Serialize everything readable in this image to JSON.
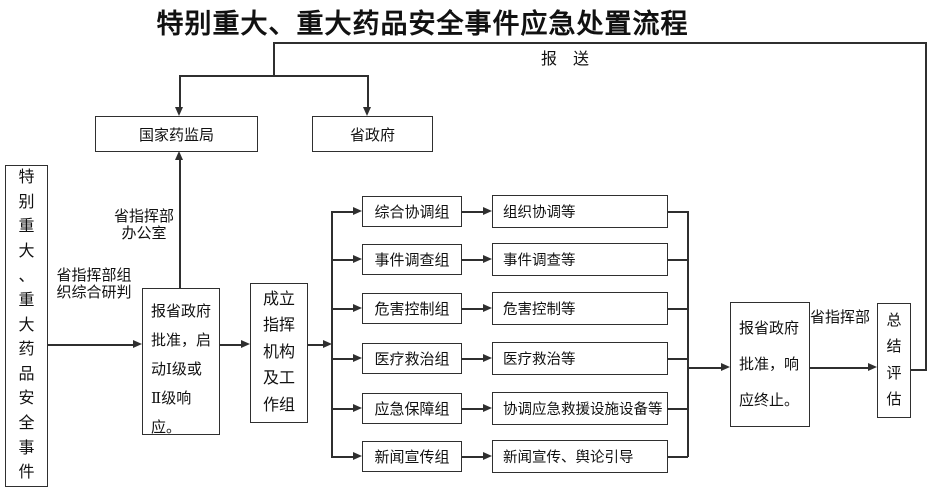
{
  "title": "特别重大、重大药品安全事件应急处置流程",
  "colors": {
    "line": "#2f2f2f",
    "text": "#111111",
    "background": "#ffffff"
  },
  "flow": {
    "report_label": "报　送",
    "national_bureau": "国家药监局",
    "provincial_government": "省政府",
    "office_label": "省指挥部\n办公室",
    "research_label": "省指挥部组\n织综合研判",
    "event_box": "特\n别\n重\n大\n、\n重\n大\n药\n品\n安\n全\n事\n件",
    "approve_start_box": "报省政府\n批准，启\n动Ⅰ级或\nⅡ级响\n应。",
    "setup_box": "成立\n指挥\n机构\n及工\n作组",
    "approve_end_box": "报省政府\n批准，响\n应终止。",
    "commander_label": "省指挥部",
    "summary_box": "总\n结\n评\n估"
  },
  "workgroups": [
    {
      "group": "综合协调组",
      "duty": "组织协调等"
    },
    {
      "group": "事件调查组",
      "duty": "事件调查等"
    },
    {
      "group": "危害控制组",
      "duty": "危害控制等"
    },
    {
      "group": "医疗救治组",
      "duty": "医疗救治等"
    },
    {
      "group": "应急保障组",
      "duty": "协调应急救援设施设备等"
    },
    {
      "group": "新闻宣传组",
      "duty": "新闻宣传、舆论引导"
    }
  ]
}
